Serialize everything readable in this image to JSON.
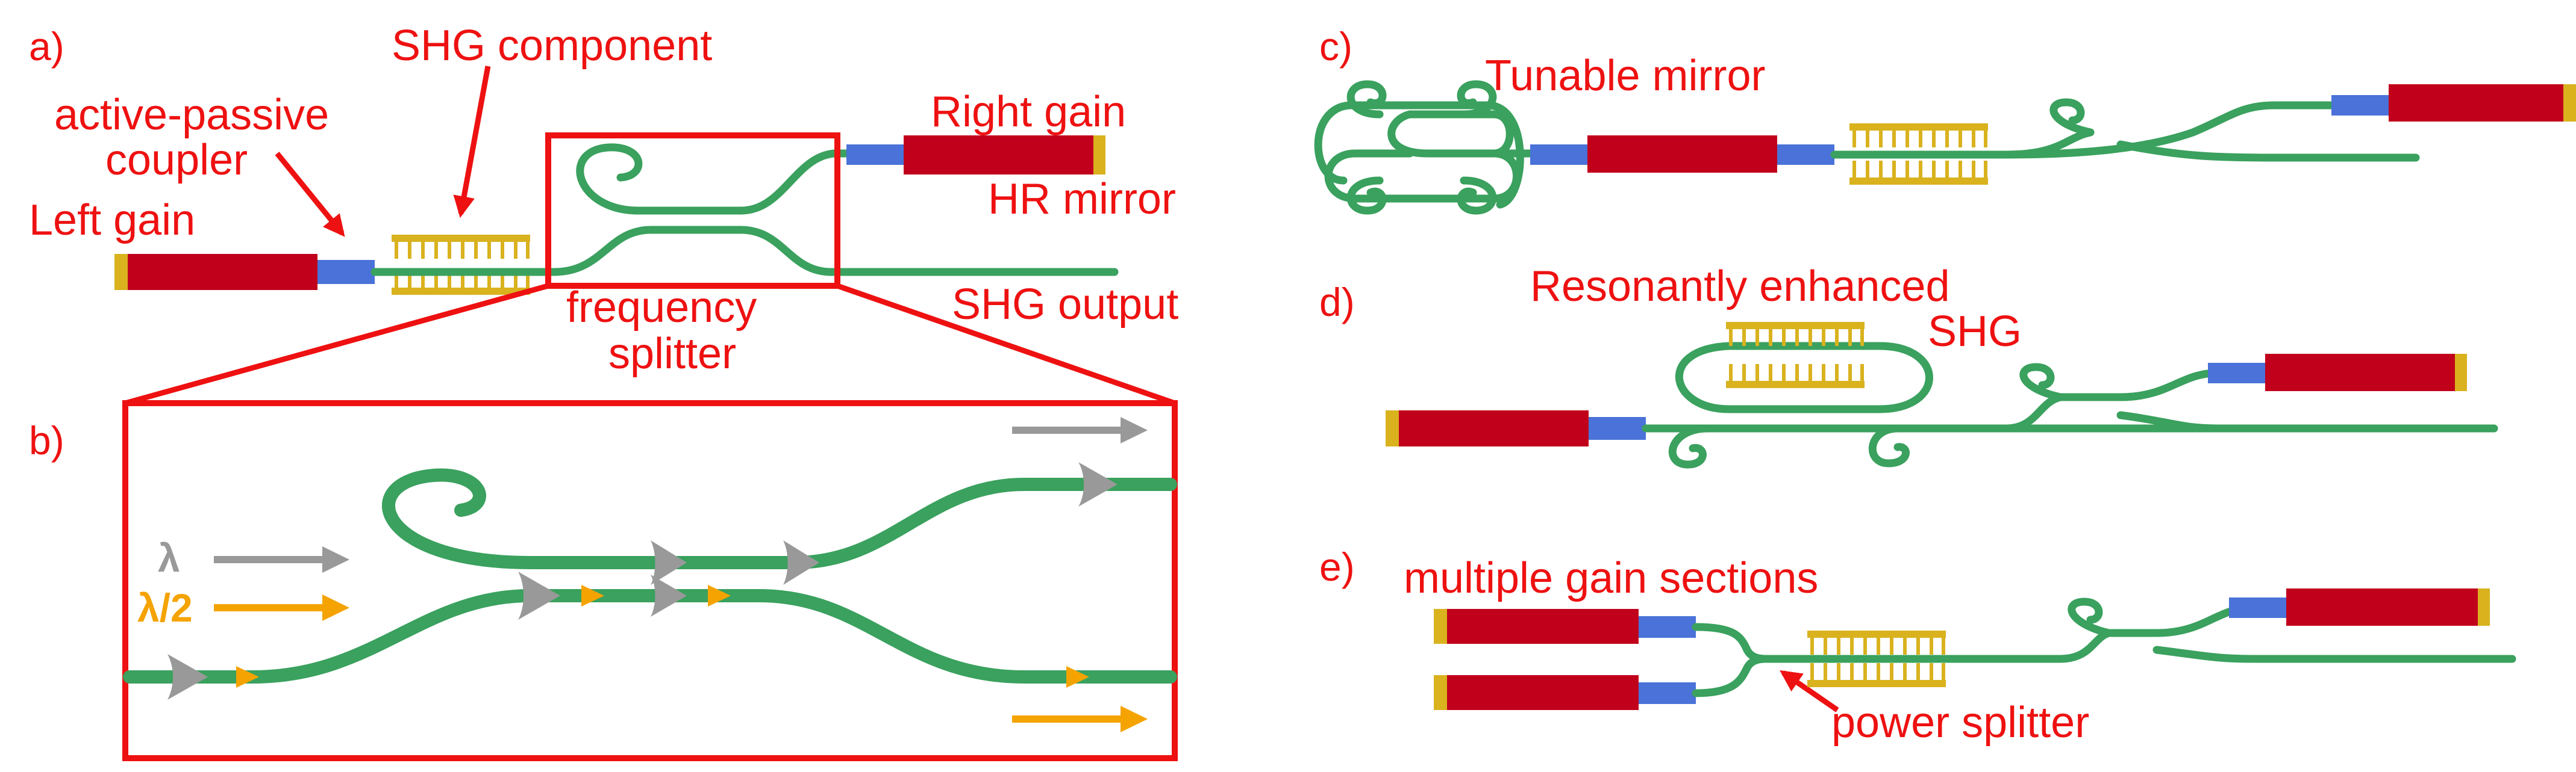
{
  "panels": {
    "a": "a)",
    "b": "b)",
    "c": "c)",
    "d": "d)",
    "e": "e)"
  },
  "labels": {
    "shg_component": "SHG component",
    "active_passive_coupler_line1": "active-passive",
    "active_passive_coupler_line2": "coupler",
    "left_gain": "Left gain",
    "right_gain": "Right gain",
    "hr_mirror": "HR mirror",
    "frequency_splitter_line1": "frequency",
    "frequency_splitter_line2": "splitter",
    "shg_output": "SHG output",
    "lambda": "λ",
    "lambda_half": "λ/2",
    "tunable_mirror": "Tunable mirror",
    "resonantly_enhanced_line1": "Resonantly enhanced",
    "resonantly_enhanced_line2": "SHG",
    "multiple_gain_sections": "multiple gain sections",
    "power_splitter": "power splitter"
  },
  "colors": {
    "annotation": "#ee1111",
    "waveguide": "#3aa15e",
    "gain_section": "#c1001b",
    "hr_mirror": "#d9b21e",
    "coupler": "#4a72d8",
    "fundamental_arrow": "#999999",
    "shg_arrow": "#f5a300"
  }
}
